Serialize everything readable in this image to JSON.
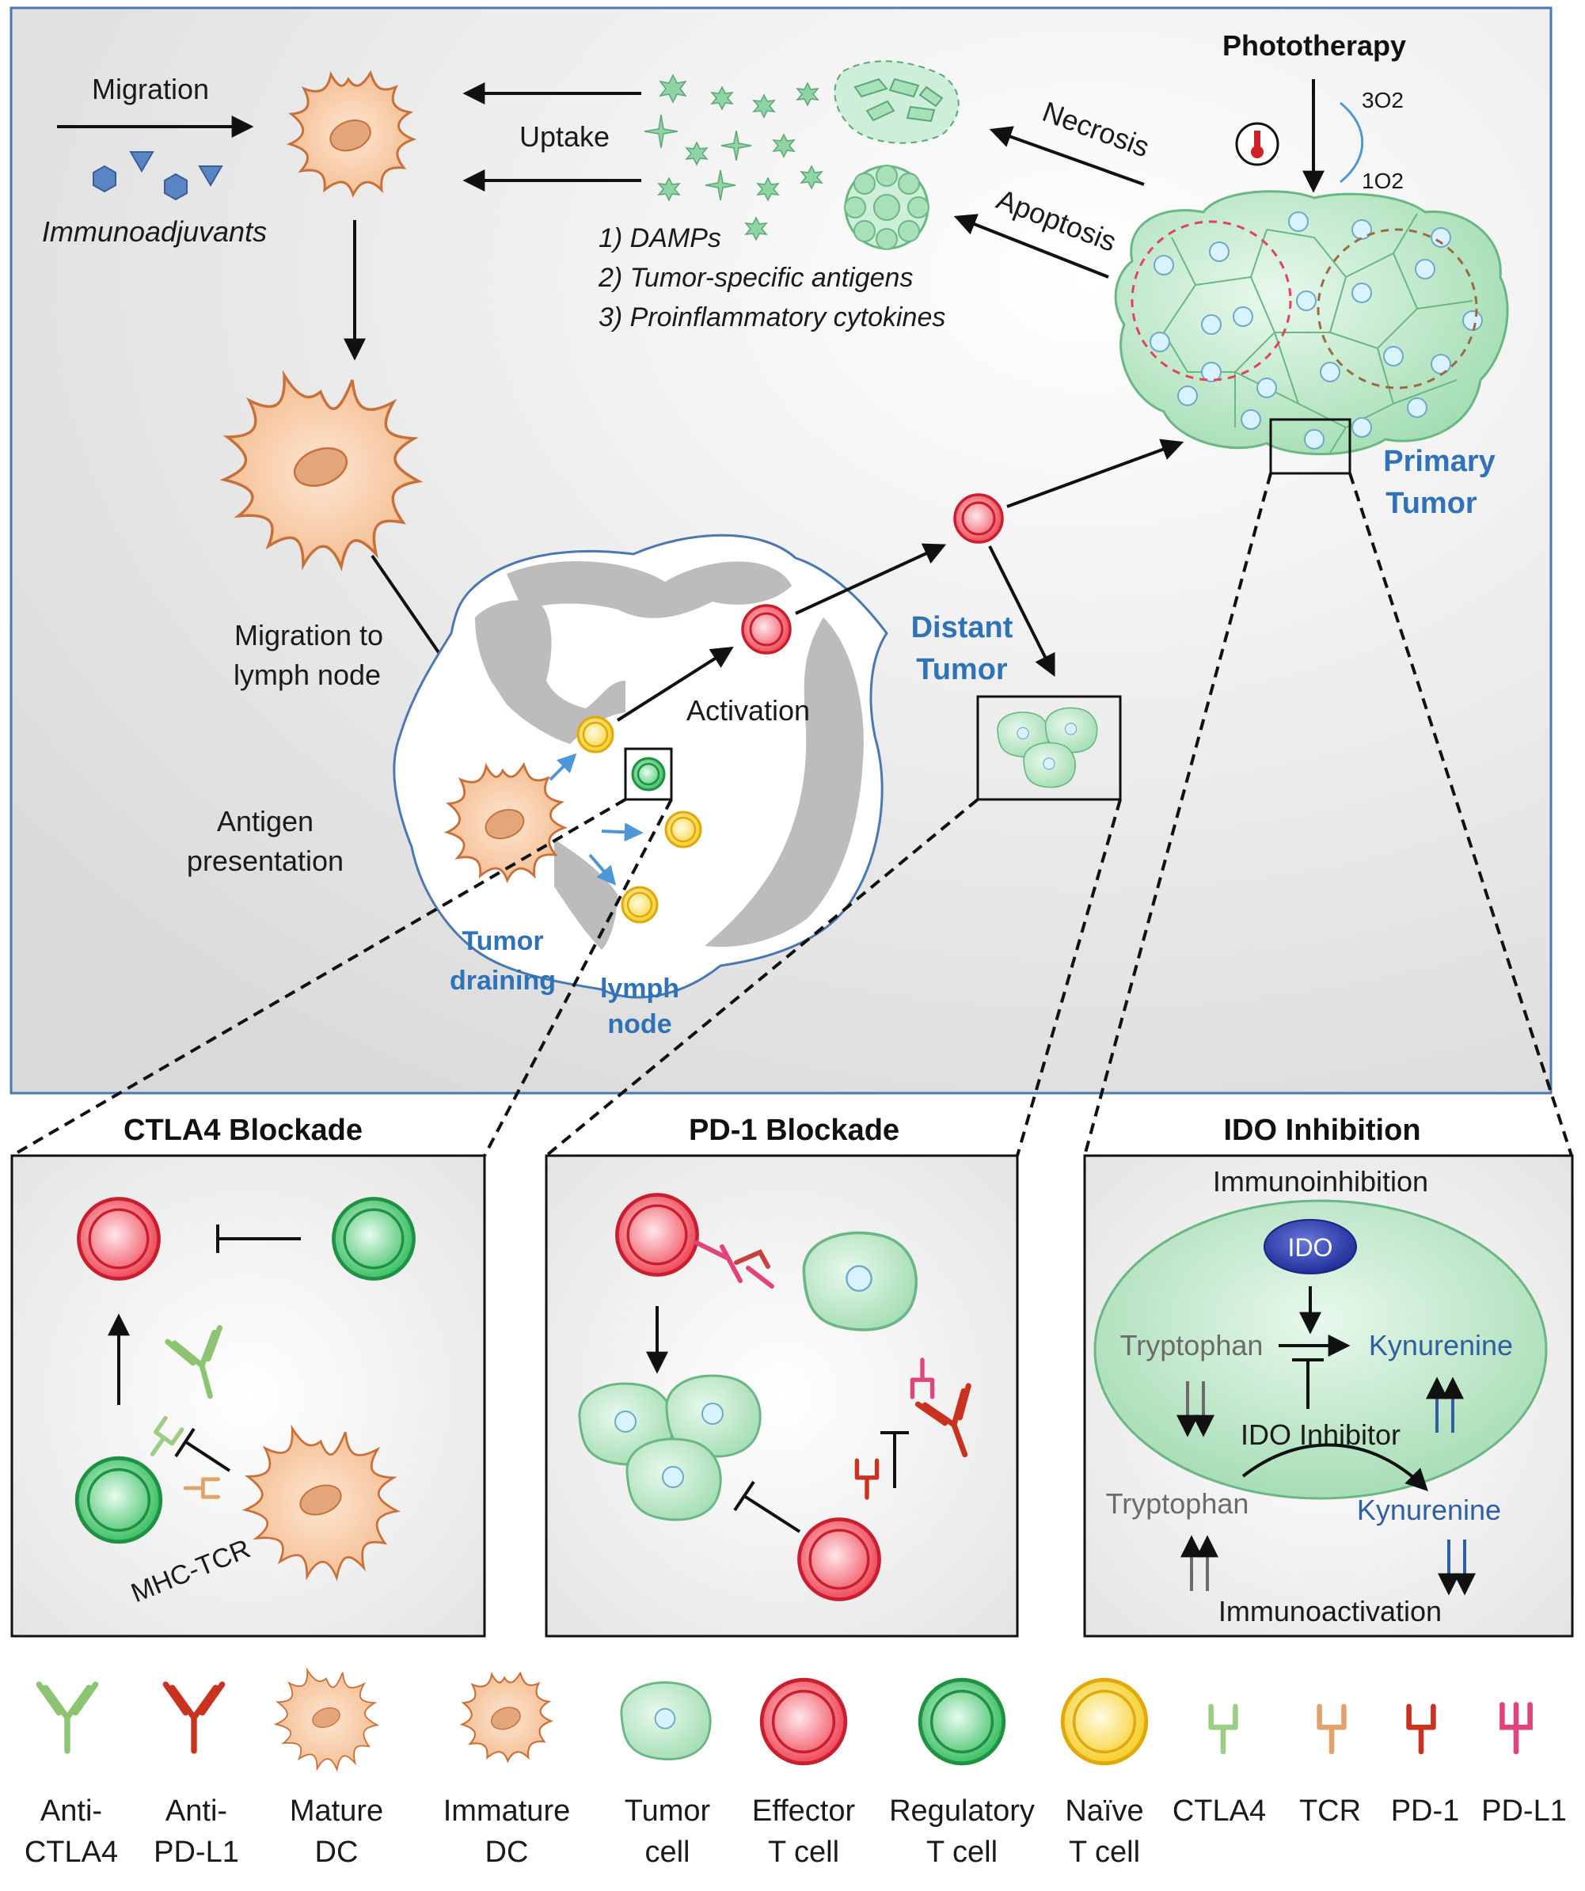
{
  "top": {
    "phototherapy": "Phototherapy",
    "singlet_label": "3O2",
    "oxygen_label": "1O2",
    "migration": "Migration",
    "immunoadjuvants": "Immunoadjuvants",
    "uptake": "Uptake",
    "necrosis": "Necrosis",
    "apoptosis": "Apoptosis",
    "damps_list": [
      "1) DAMPs",
      "2) Tumor-specific antigens",
      "3) Proinflammatory cytokines"
    ],
    "migration_lymph": [
      "Migration to",
      "lymph node"
    ],
    "antigen_presentation": [
      "Antigen",
      "presentation"
    ],
    "activation": "Activation",
    "primary_tumor": [
      "Primary",
      "Tumor"
    ],
    "distant_tumor": [
      "Distant",
      "Tumor"
    ],
    "tumor_draining": [
      "Tumor",
      "draining"
    ],
    "lymph_node": [
      "lymph",
      "node"
    ]
  },
  "panels": {
    "ctla4": {
      "title": "CTLA4 Blockade",
      "mhc_tcr": "MHC-TCR"
    },
    "pd1": {
      "title": "PD-1 Blockade"
    },
    "ido": {
      "title": "IDO Inhibition",
      "immunoinhibition": "Immunoinhibition",
      "ido": "IDO",
      "tryptophan": "Tryptophan",
      "kynurenine": "Kynurenine",
      "ido_inhibitor": "IDO Inhibitor",
      "immunoactivation": "Immunoactivation"
    }
  },
  "legend": [
    {
      "icon": "anti-ctla4-icon",
      "lines": [
        "Anti-",
        "CTLA4"
      ]
    },
    {
      "icon": "anti-pdl1-icon",
      "lines": [
        "Anti-",
        "PD-L1"
      ]
    },
    {
      "icon": "mature-dc-icon",
      "lines": [
        "Mature",
        "DC"
      ]
    },
    {
      "icon": "immature-dc-icon",
      "lines": [
        "Immature",
        "DC"
      ]
    },
    {
      "icon": "tumor-cell-icon",
      "lines": [
        "Tumor",
        "cell"
      ]
    },
    {
      "icon": "effector-t-cell-icon",
      "lines": [
        "Effector",
        "T cell"
      ]
    },
    {
      "icon": "regulatory-t-cell-icon",
      "lines": [
        "Regulatory",
        "T cell"
      ]
    },
    {
      "icon": "naive-t-cell-icon",
      "lines": [
        "Naïve",
        "T cell"
      ]
    },
    {
      "icon": "ctla4-receptor-icon",
      "lines": [
        "CTLA4"
      ]
    },
    {
      "icon": "tcr-receptor-icon",
      "lines": [
        "TCR"
      ]
    },
    {
      "icon": "pd1-receptor-icon",
      "lines": [
        "PD-1"
      ]
    },
    {
      "icon": "pdl1-receptor-icon",
      "lines": [
        "PD-L1"
      ]
    }
  ],
  "colors": {
    "frame_blue": "#4a78b0",
    "effector_red": "#e8323e",
    "regulatory_green": "#2fa84f",
    "naive_yellow": "#f2c21a",
    "dc_orange": "#c8703a",
    "tumor_green": "#a8e0b8",
    "label_blue": "#2f72b8"
  }
}
